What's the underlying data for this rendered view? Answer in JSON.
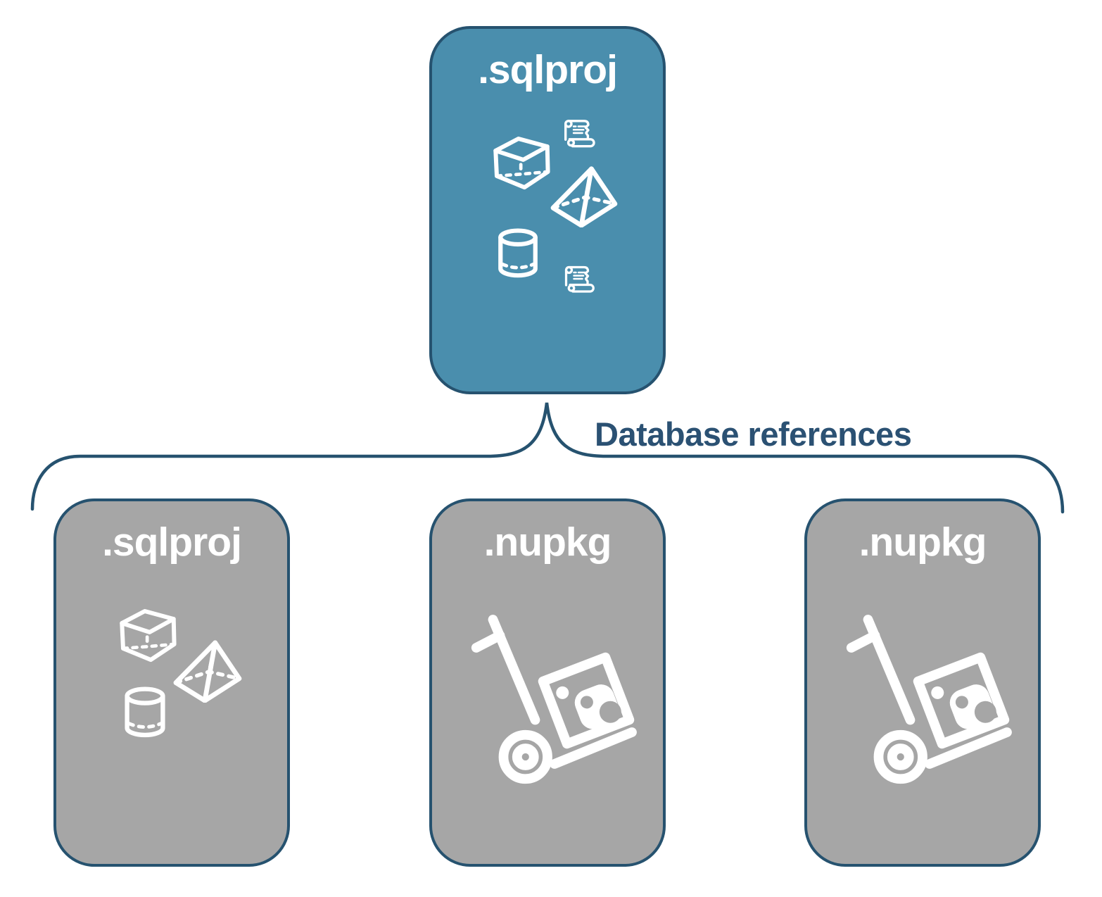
{
  "colors": {
    "background": "#FFFFFF",
    "node-blue": "#4A8EAD",
    "node-gray": "#A6A6A6",
    "outline-navy": "#26526F",
    "label-navy": "#2B5173",
    "icon-white": "#FFFFFF"
  },
  "diagram": {
    "root_node": {
      "label": ".sqlproj",
      "icons": [
        "cube-icon",
        "script-scroll-icon",
        "pyramid-icon",
        "cylinder-icon",
        "script-scroll-icon"
      ]
    },
    "connector_label": "Database references",
    "child_nodes": [
      {
        "label": ".sqlproj",
        "icons": [
          "cube-icon",
          "pyramid-icon",
          "cylinder-icon"
        ]
      },
      {
        "label": ".nupkg",
        "icons": [
          "package-dolly-icon"
        ]
      },
      {
        "label": ".nupkg",
        "icons": [
          "package-dolly-icon"
        ]
      }
    ]
  }
}
